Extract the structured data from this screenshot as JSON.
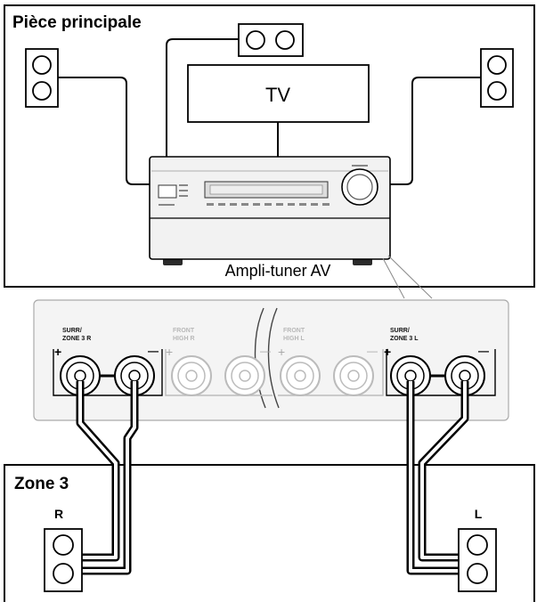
{
  "main_room": {
    "title": "Pièce principale"
  },
  "tv": {
    "label": "TV"
  },
  "receiver": {
    "label": "Ampli-tuner AV"
  },
  "terminals": {
    "surr_zone3_r": {
      "line1": "SURR/",
      "line2": "ZONE 3 R"
    },
    "front_high_r": {
      "line1": "FRONT",
      "line2": "HIGH R"
    },
    "front_high_l": {
      "line1": "FRONT",
      "line2": "HIGH L"
    },
    "surr_zone3_l": {
      "line1": "SURR/",
      "line2": "ZONE 3 L"
    },
    "plus": "+",
    "minus": "—"
  },
  "zone3": {
    "title": "Zone 3",
    "right_label": "R",
    "left_label": "L"
  }
}
